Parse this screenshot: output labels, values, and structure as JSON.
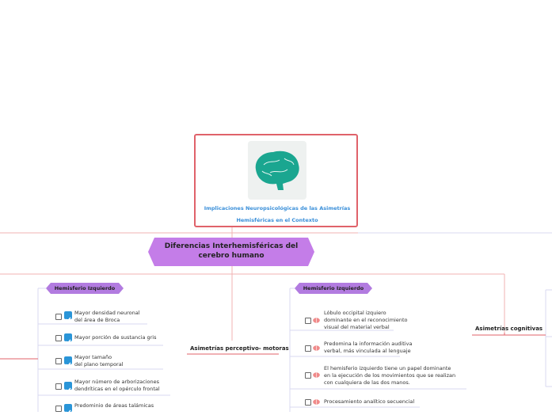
{
  "colors": {
    "root_border": "#e0626a",
    "connector": "#f0b3b3",
    "pill_fill": "#b27be0",
    "central_fill": "#c47de8",
    "underline": "#d8d8f0",
    "title_blue": "#3a8fd9",
    "check_blue": "#2a95d8",
    "brain_teal": "#1aa690"
  },
  "root": {
    "title_line1": "Implicaciones  Neuropsicológicas de las Asimetrías",
    "title_line2": "Hemisféricas en el Contexto",
    "icon": "brain-icon"
  },
  "central": {
    "line1": "Diferencias Interhemisféricas del",
    "line2": "cerebro humano"
  },
  "left_column": {
    "pill": "Hemisferio Izquierdo",
    "items": [
      {
        "line1": "Mayor densidad neuronal",
        "line2": "del  área de Broca"
      },
      {
        "line1": "Mayor porción de sustancia gris",
        "line2": ""
      },
      {
        "line1": "Mayor tamaño",
        "line2": "del plano temporal"
      },
      {
        "line1": "Mayor número de arborizaciones",
        "line2": "dendríticas en el opérculo frontal"
      },
      {
        "line1": "Predominio de áreas talámicas",
        "line2": ""
      }
    ]
  },
  "middle_branch": {
    "label": "Asimetrías perceptivo- motoras"
  },
  "right_column": {
    "pill": "Hemisferio Izquierdo",
    "items": [
      {
        "line1": "Lóbulo occipital izquiero",
        "line2": "dominante en el reconocimiento",
        "line3": "visual del material verbal"
      },
      {
        "line1": "Predomina la información auditiva",
        "line2": "verbal, más vinculada al lenguaje",
        "line3": ""
      },
      {
        "line1": "El hemisferio izquierdo tiene un papel dominante",
        "line2": "en la ejecución de los movimientos que se realizan",
        "line3": "con cualquiera de las dos manos."
      },
      {
        "line1": "Procesamiento analítico secuencial",
        "line2": "",
        "line3": ""
      }
    ]
  },
  "far_right_branch": {
    "label": "Asimetrías cognitivas"
  }
}
